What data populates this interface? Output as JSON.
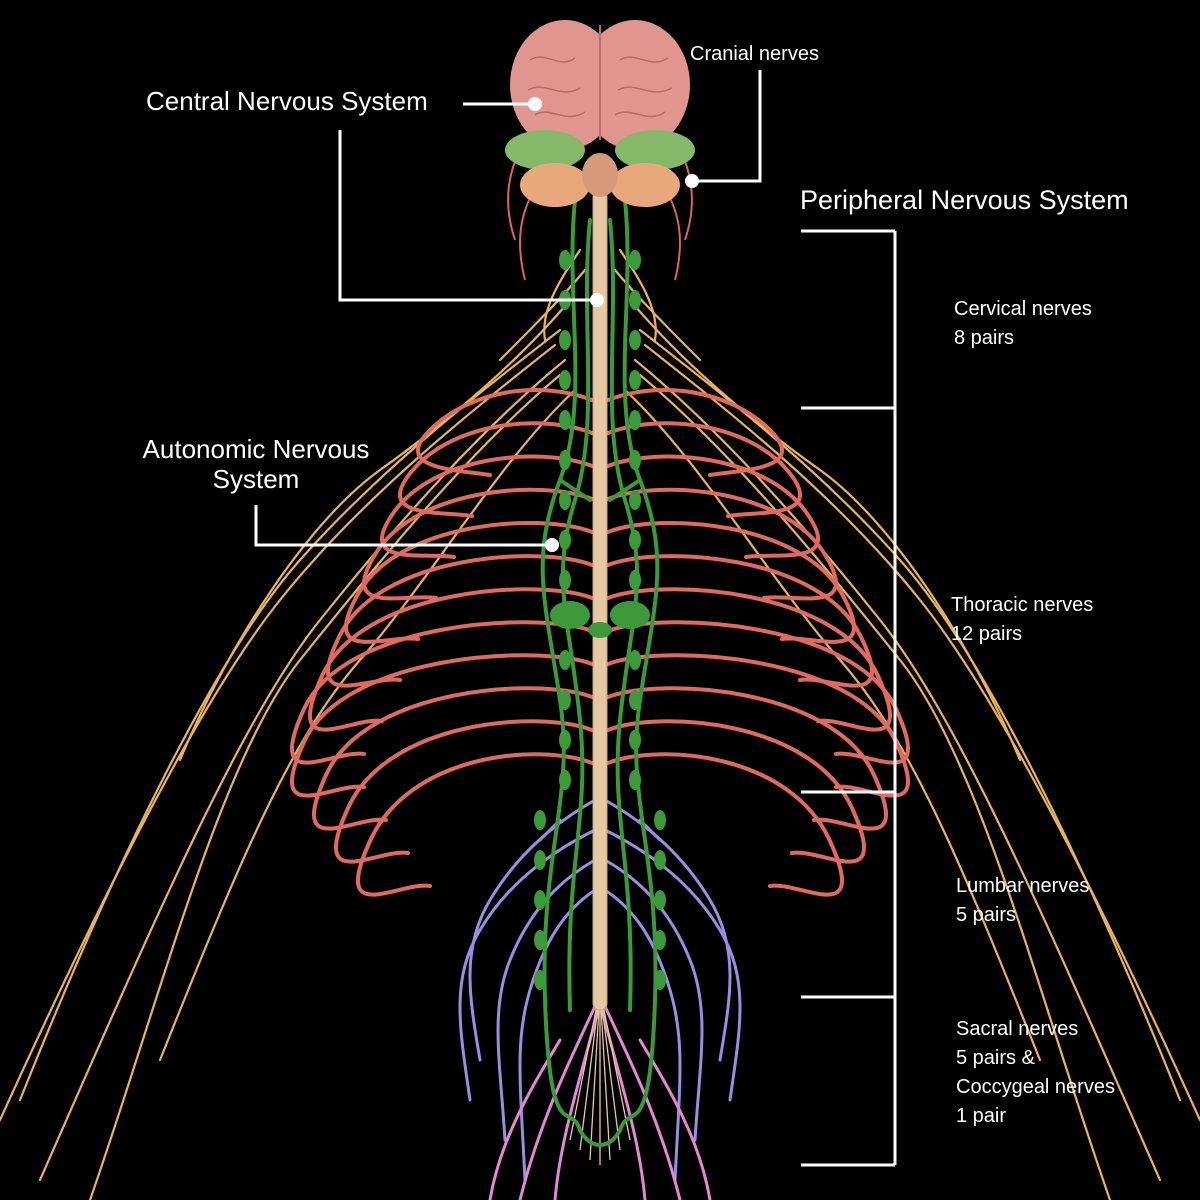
{
  "labels": {
    "central_nervous_system": "Central Nervous System",
    "cranial_nerves": "Cranial nerves",
    "peripheral_nervous_system": "Peripheral Nervous System",
    "autonomic_line1": "Autonomic Nervous",
    "autonomic_line2": "System",
    "cervical_line1": "Cervical nerves",
    "cervical_line2": "8 pairs",
    "thoracic_line1": "Thoracic nerves",
    "thoracic_line2": "12 pairs",
    "lumbar_line1": "Lumbar nerves",
    "lumbar_line2": "5 pairs",
    "sacral_line1": "Sacral nerves",
    "sacral_line2": "5 pairs &",
    "sacral_line3": "Coccygeal nerves",
    "sacral_line4": "1 pair"
  },
  "colors": {
    "background": "#000000",
    "brain": "#e0968e",
    "cerebellum": "#e9a87c",
    "limbic": "#86b86a",
    "spinal_cord": "#e6c9a3",
    "peripheral_nerves": "#e8b45a",
    "thoracic_nerves": "#e06a60",
    "lumbar_nerves": "#9a8ee0",
    "sacral_nerves": "#e28ad0",
    "autonomic_chain": "#3c9a3a",
    "cranial_nerves": "#d8607a",
    "leader_lines": "#ffffff"
  }
}
